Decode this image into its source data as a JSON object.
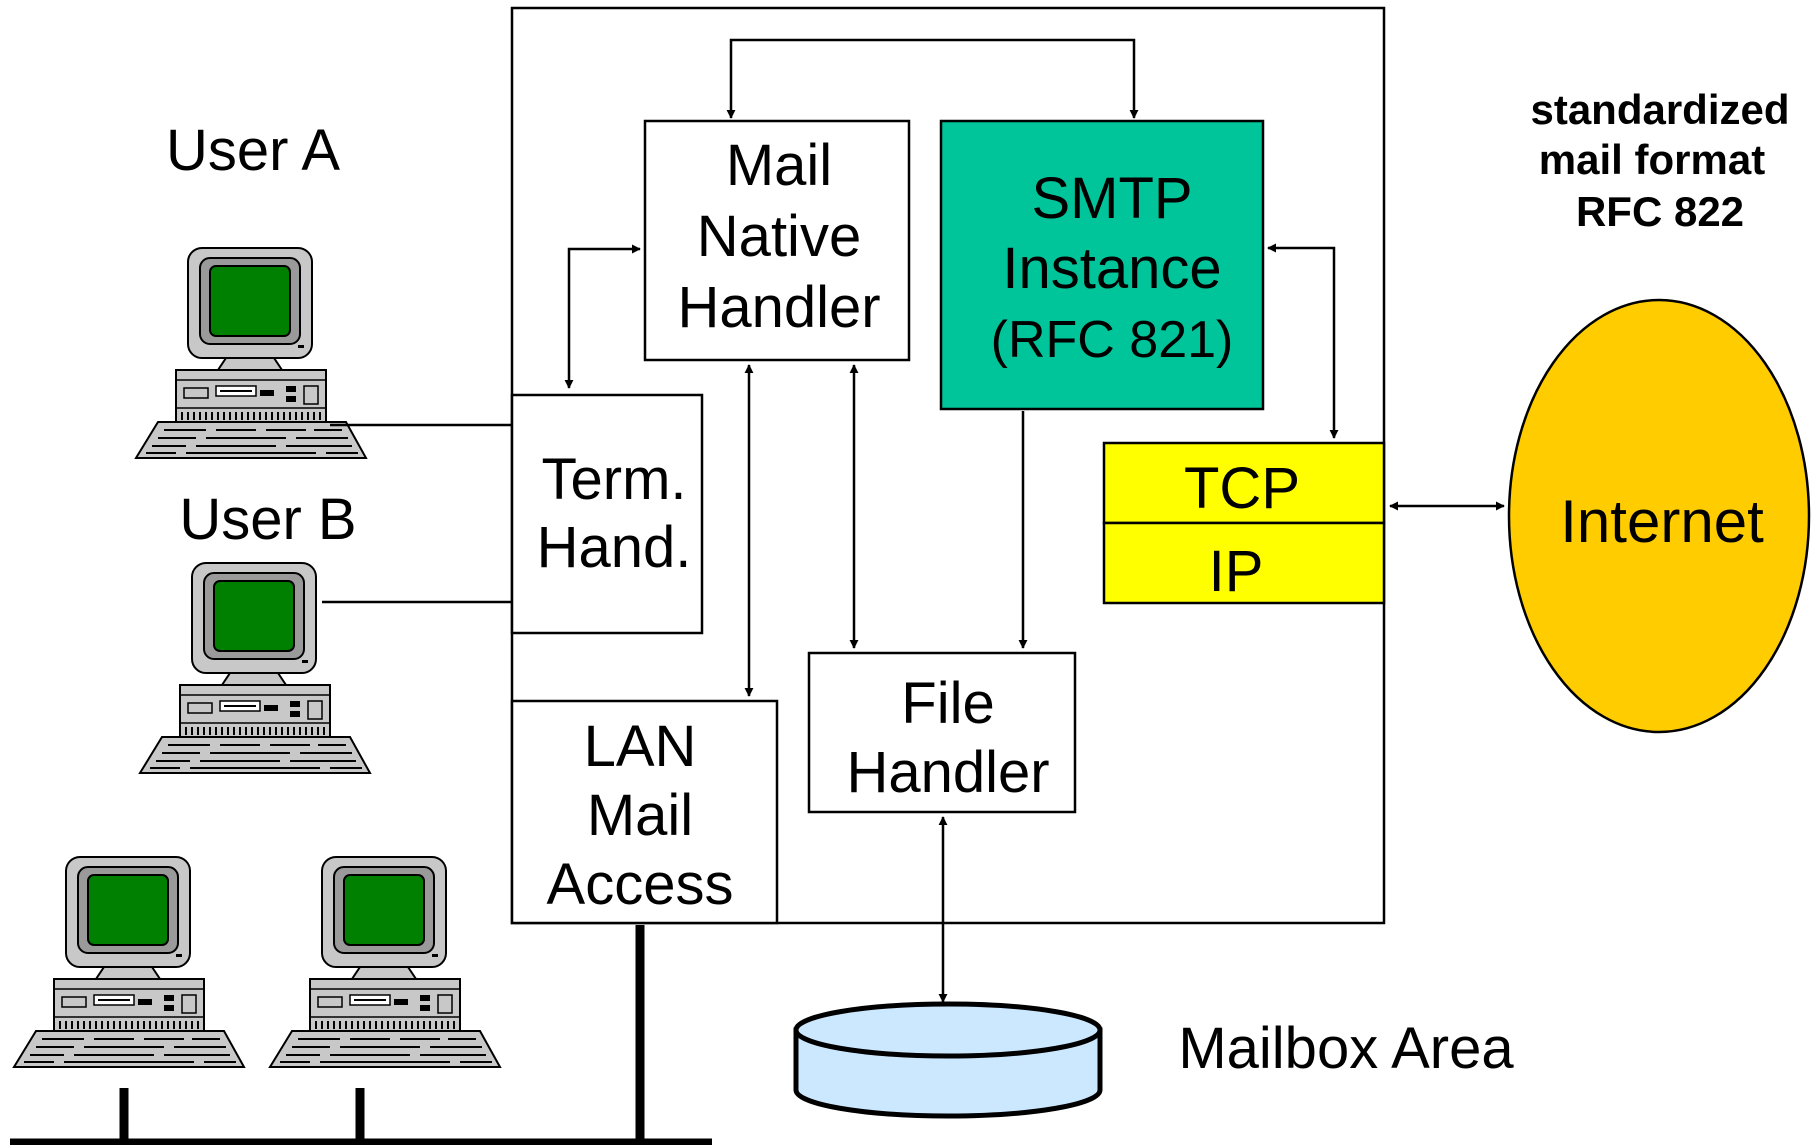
{
  "colors": {
    "smtp_fill": "#00c49a",
    "tcp_ip_fill": "#ffff00",
    "internet_fill": "#ffcc00",
    "mailbox_fill": "#cce8ff",
    "screen_fill": "#008000",
    "computer_body": "#c8c8c8"
  },
  "users": {
    "user_a": "User A",
    "user_b": "User B"
  },
  "boxes": {
    "mail_native_handler": [
      "Mail",
      "Native",
      "Handler"
    ],
    "smtp_instance": [
      "SMTP",
      "Instance",
      "(RFC 821)"
    ],
    "term_handler": [
      "Term.",
      "Hand."
    ],
    "tcp": "TCP",
    "ip": "IP",
    "lan_mail_access": [
      "LAN",
      "Mail",
      "Access"
    ],
    "file_handler": [
      "File",
      "Handler"
    ]
  },
  "external": {
    "internet": "Internet",
    "mailbox_area": "Mailbox Area",
    "standard_note": [
      "standardized",
      "mail format",
      "RFC 822"
    ]
  },
  "icons": {
    "computer": "desktop-computer-icon",
    "mailbox": "database-cylinder-icon",
    "network": "internet-ellipse"
  }
}
